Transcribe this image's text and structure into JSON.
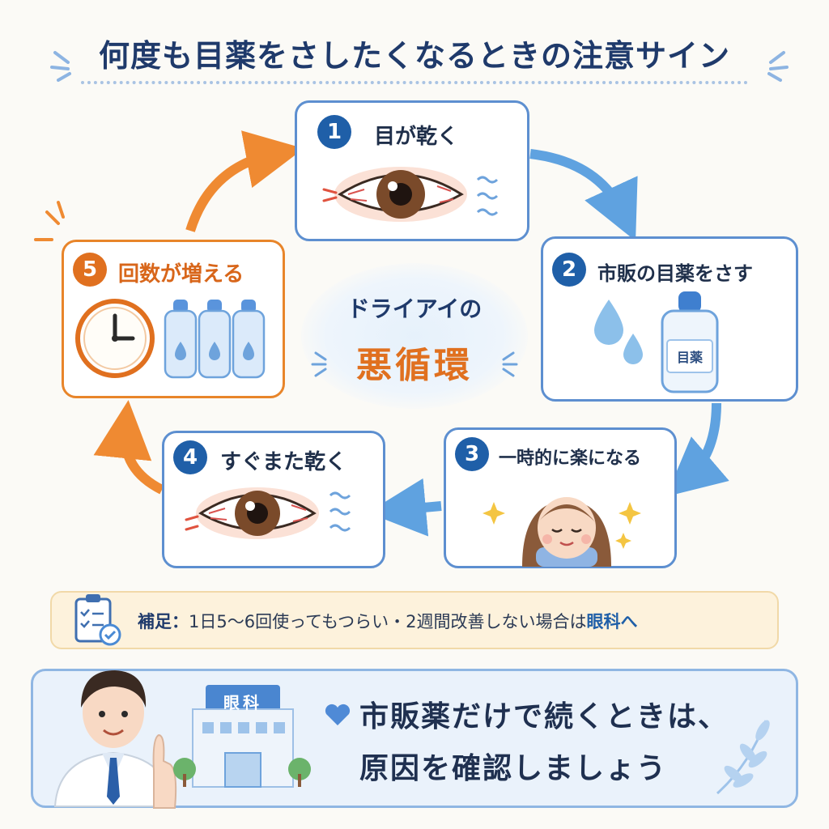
{
  "title": "何度も目薬をさしたくなるときの注意サイン",
  "center": {
    "sub": "ドライアイの",
    "main": "悪循環"
  },
  "steps": [
    {
      "number": "1",
      "label": "目が乾く"
    },
    {
      "number": "2",
      "label": "市販の目薬をさす"
    },
    {
      "number": "3",
      "label": "一時的に楽になる"
    },
    {
      "number": "4",
      "label": "すぐまた乾く"
    },
    {
      "number": "5",
      "label": "回数が増える"
    }
  ],
  "bottle_label": "目薬",
  "note": {
    "label": "補足：",
    "text": "1日5〜6回使ってもつらい・2週間改善しない場合は",
    "highlight": "眼科へ"
  },
  "clinic_sign": "眼科",
  "message": {
    "line1": "市販薬だけで続くときは、",
    "line2": "原因を確認しましょう"
  },
  "colors": {
    "blue": "#1f5fa8",
    "orange": "#e0701f",
    "accent_blue": "#5d8fd0"
  }
}
